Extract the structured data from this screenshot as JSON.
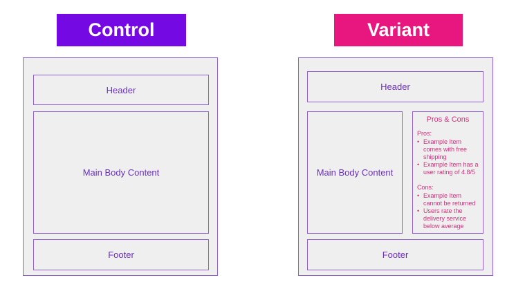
{
  "colors": {
    "control": "#7409e4",
    "variant": "#e8177f",
    "outline": "#8f5fd0",
    "region_text": "#6a2fbf",
    "pros_cons_text": "#d0307a",
    "frame_fill": "#efefef"
  },
  "control": {
    "title": "Control",
    "header": "Header",
    "body": "Main Body Content",
    "footer": "Footer"
  },
  "variant": {
    "title": "Variant",
    "header": "Header",
    "body": "Main Body Content",
    "footer": "Footer",
    "pros_cons": {
      "title": "Pros & Cons",
      "pros_heading": "Pros:",
      "pros": [
        "Example Item comes with free shipping",
        "Example Item has a user rating of 4.8/5"
      ],
      "cons_heading": "Cons:",
      "cons": [
        "Example Item cannot be returned",
        "Users rate the delivery service below average"
      ],
      "bullet": "•"
    }
  }
}
